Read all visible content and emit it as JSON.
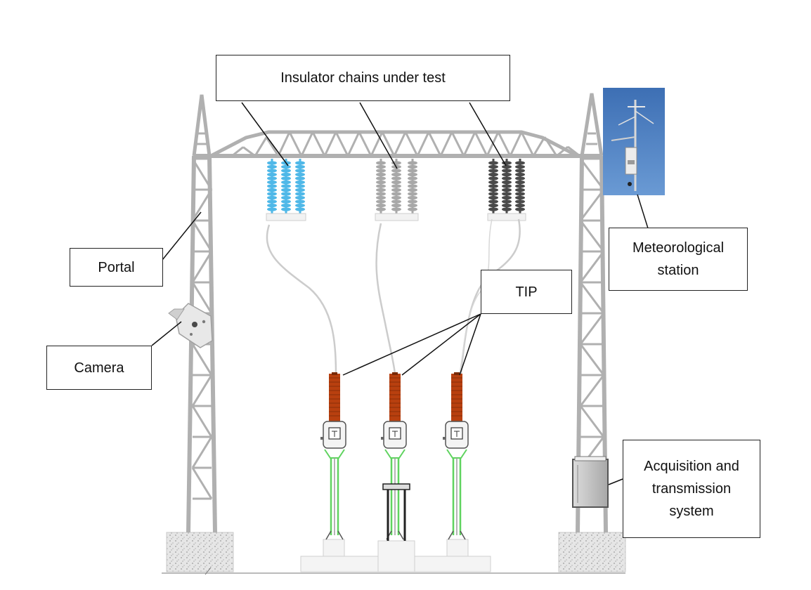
{
  "labels": {
    "insulators": "Insulator chains under test",
    "portal": "Portal",
    "camera": "Camera",
    "tip": "TIP",
    "meteo_line1": "Meteorological",
    "meteo_line2": "station",
    "acq_line1": "Acquisition and",
    "acq_line2": "transmission",
    "acq_line3": "system"
  },
  "colors": {
    "steel": "#b0b0b0",
    "insulator_blue": "#4fb8e8",
    "insulator_grey": "#a8a8a8",
    "insulator_dark": "#4a4a4a",
    "tip_orange": "#b8400f",
    "green_support": "#5fd35f",
    "sky_blue": "#4a7fc0",
    "label_border": "#222222"
  }
}
